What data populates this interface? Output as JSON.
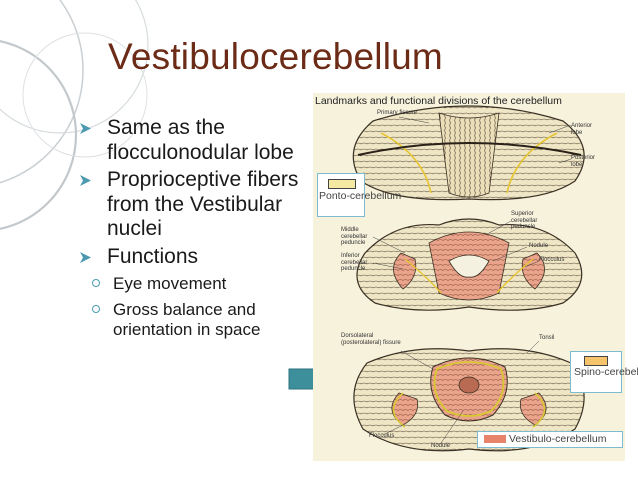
{
  "slide": {
    "title": "Vestibulocerebellum",
    "bullets": [
      {
        "text": "Same as the flocculonodular lobe"
      },
      {
        "text": "Proprioceptive fibers from the Vestibular nuclei"
      },
      {
        "text": "Functions"
      }
    ],
    "sub_bullets": [
      {
        "text": "Eye movement"
      },
      {
        "text": "Gross balance and orientation in space"
      }
    ]
  },
  "figure": {
    "title": "Landmarks and functional divisions of the cerebellum",
    "labels": {
      "primary_fissure": "Primary fissure",
      "anterior_lobe": "Anterior lobe",
      "posterior_lobe": "Posterior lobe",
      "superior_peduncle": "Superior cerebellar peduncle",
      "middle_peduncle": "Middle cerebellar peduncle",
      "inferior_peduncle": "Inferior cerebellar peduncle",
      "nodule": "Nodule",
      "flocculus": "Flocculus",
      "dorsolateral_fissure": "Dorsolateral (posterolateral) fissure",
      "tonsil": "Tonsil",
      "flocculus_bottom": "Flocculus",
      "nodule_bottom": "Nodule"
    },
    "legend": {
      "ponto": "Ponto-cerebellum",
      "spino": "Spino-cerebellum",
      "vestibulo": "Vestibulo-cerebellum"
    },
    "colors": {
      "ponto": "#f3e9a3",
      "spino": "#f6c56b",
      "vestibulo": "#e8836b",
      "title": "#6b2b16",
      "accent": "#4b9ab0",
      "arrow": "#3d8f9c"
    }
  }
}
